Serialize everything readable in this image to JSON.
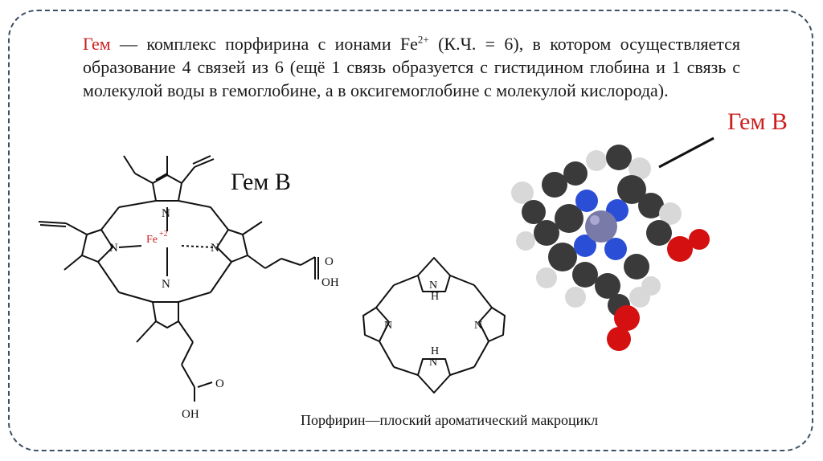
{
  "paragraph": {
    "term": "Гем",
    "text_before_ion": " — комплекс порфирина с ионами ",
    "ion": "Fe",
    "ion_charge": "2+",
    "text_after_ion": " (К.Ч. = 6), в котором осуществляется образование 4 связей из 6 (ещё 1 связь образуется с гистидином глобина и 1 связь с молекулой воды в гемоглобине, а в оксигемоглобине с молекулой кислорода)."
  },
  "heme_structure": {
    "title": "Гем В",
    "metal_label": "Fe",
    "metal_charge": "+2",
    "nitrogen_label": "N",
    "hydroxyl_label": "OH",
    "oxygen_label": "O"
  },
  "model_3d": {
    "title": "Гем В",
    "colors": {
      "carbon": "#3a3a3a",
      "hydrogen": "#d8d8d8",
      "nitrogen": "#2a4fd6",
      "oxygen": "#d41010",
      "iron": "#7a7aa8"
    }
  },
  "porphyrin": {
    "nitrogen_label": "N",
    "nh_label": "H",
    "caption": "Порфирин—плоский ароматический макроцикл"
  }
}
